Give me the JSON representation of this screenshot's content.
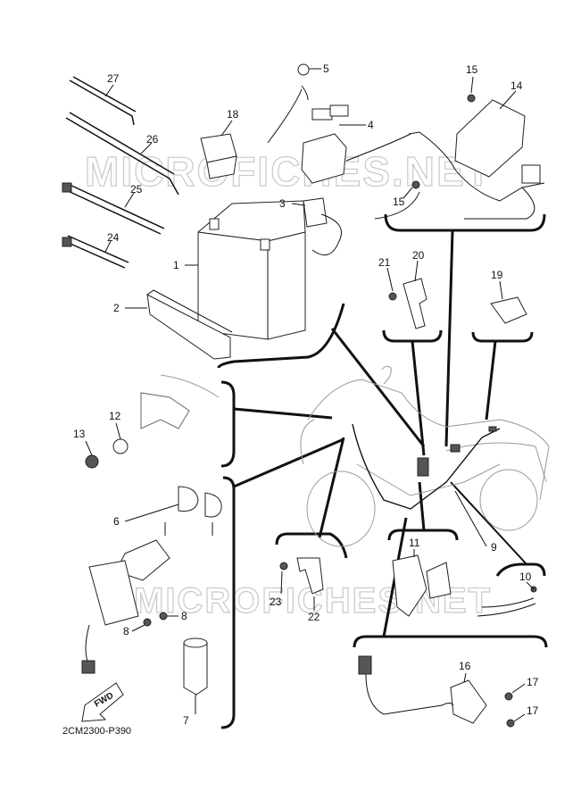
{
  "diagram": {
    "code": "2CM2300-P390",
    "fwd_label": "FWD",
    "watermarks": [
      "MICROFICHES.NET",
      "MICROFICHES.NET"
    ],
    "callouts": [
      "1",
      "2",
      "3",
      "4",
      "5",
      "6",
      "7",
      "8",
      "8",
      "9",
      "10",
      "11",
      "12",
      "13",
      "14",
      "15",
      "15",
      "16",
      "17",
      "17",
      "18",
      "19",
      "20",
      "21",
      "22",
      "23",
      "24",
      "25",
      "26",
      "27"
    ]
  }
}
